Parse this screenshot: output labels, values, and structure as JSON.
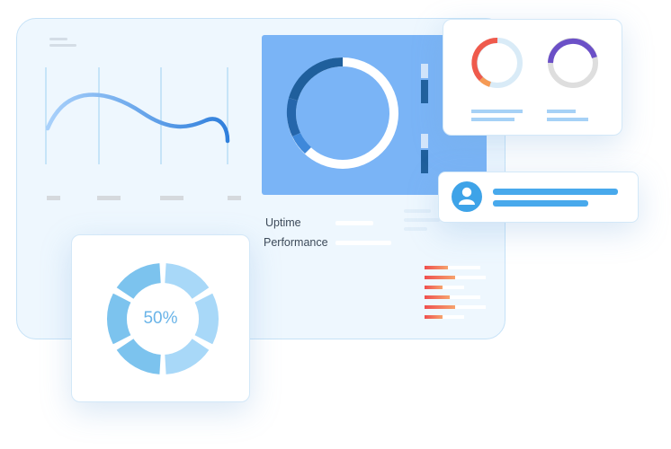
{
  "metrics": {
    "uptime_label": "Uptime",
    "performance_label": "Performance"
  },
  "gauge": {
    "value_text": "50%",
    "value": 0.5
  },
  "colors": {
    "panel_bg": "#eef7fe",
    "donut_panel": "#7ab4f6",
    "dark_blue": "#1f5f9c",
    "accent_line": "#3d86dd",
    "gauge_blue": "#7cc3ee",
    "gauge_light": "#a8d8f8",
    "avatar": "#3ea3e8",
    "red_orange": "#ef5a4c",
    "purple": "#6b50c7"
  },
  "icons": {
    "avatar": "user-icon"
  }
}
